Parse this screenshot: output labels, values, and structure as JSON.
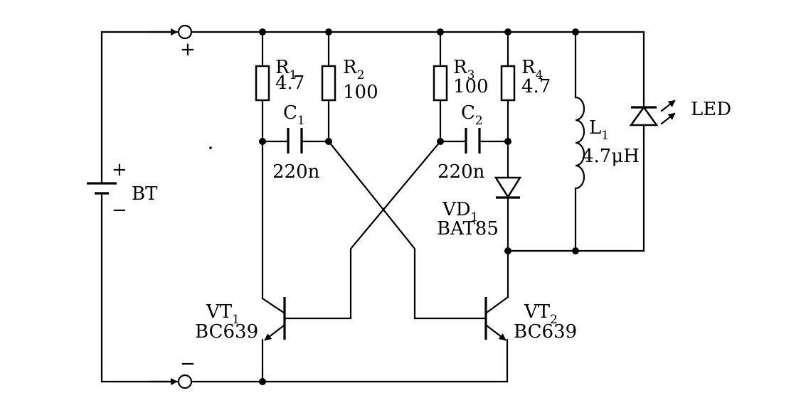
{
  "components": {
    "battery": {
      "label": "BT",
      "plus_sign": "+",
      "minus_sign": "−"
    },
    "terminal_positive": {
      "sign": "+"
    },
    "terminal_negative": {
      "sign": "−"
    },
    "r1": {
      "ref_main": "R",
      "ref_sub": "1",
      "value": "4.7"
    },
    "r2": {
      "ref_main": "R",
      "ref_sub": "2",
      "value": "100"
    },
    "r3": {
      "ref_main": "R",
      "ref_sub": "3",
      "value": "100"
    },
    "r4": {
      "ref_main": "R",
      "ref_sub": "4",
      "value": "4.7"
    },
    "c1": {
      "ref_main": "C",
      "ref_sub": "1",
      "value": "220n"
    },
    "c2": {
      "ref_main": "C",
      "ref_sub": "2",
      "value": "220n"
    },
    "l1": {
      "ref_main": "L",
      "ref_sub": "1",
      "value": "4.7μH"
    },
    "vd1": {
      "ref_main": "VD",
      "ref_sub": "1",
      "value": "BAT85"
    },
    "vt1": {
      "ref_main": "VT",
      "ref_sub": "1",
      "value": "BC639"
    },
    "vt2": {
      "ref_main": "VT",
      "ref_sub": "2",
      "value": "BC639"
    },
    "led": {
      "label": "LED"
    }
  }
}
